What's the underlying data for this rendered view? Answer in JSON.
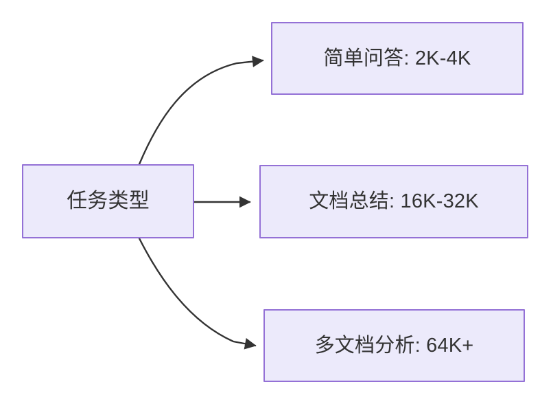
{
  "diagram": {
    "type": "flowchart",
    "direction": "left-to-right",
    "background_color": "#FFFFFF",
    "node_fill_color": "#ECEAFB",
    "node_border_color": "#9471D6",
    "node_text_color": "#333333",
    "edge_color": "#333333",
    "source_node": {
      "id": "task-type",
      "label": "任务类型"
    },
    "target_nodes": [
      {
        "id": "simple-qa",
        "label": "简单问答: 2K-4K",
        "task": "简单问答",
        "value": "2K-4K"
      },
      {
        "id": "doc-summary",
        "label": "文档总结: 16K-32K",
        "task": "文档总结",
        "value": "16K-32K"
      },
      {
        "id": "multi-doc",
        "label": "多文档分析: 64K+",
        "task": "多文档分析",
        "value": "64K+"
      }
    ],
    "edges": [
      {
        "id": "edge-to-simple-qa",
        "from": "任务类型",
        "to": "简单问答: 2K-4K",
        "style": "curved",
        "arrow": "triangle"
      },
      {
        "id": "edge-to-doc-summary",
        "from": "任务类型",
        "to": "文档总结: 16K-32K",
        "style": "straight",
        "arrow": "triangle"
      },
      {
        "id": "edge-to-multi-doc",
        "from": "任务类型",
        "to": "多文档分析: 64K+",
        "style": "curved",
        "arrow": "triangle"
      }
    ]
  }
}
